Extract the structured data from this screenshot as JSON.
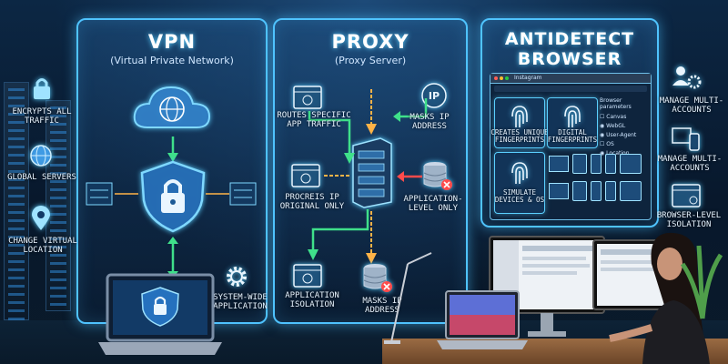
{
  "vpn": {
    "title": "VPN",
    "subtitle": "(Virtual Private Network)",
    "features": [
      {
        "label": "ENCRYPTS ALL TRAFFIC",
        "icon": "padlock-icon"
      },
      {
        "label": "GLOBAL SERVERS",
        "icon": "globe-icon"
      },
      {
        "label": "CHANGE VIRTUAL LOCATION",
        "icon": "location-pin-icon"
      },
      {
        "label": "SYSTEM-WIDE APPLICATION",
        "icon": "gear-icon"
      }
    ]
  },
  "proxy": {
    "title": "PROXY",
    "subtitle": "(Proxy Server)",
    "features": [
      {
        "label": "ROUTES SPECIFIC APP TRAFFIC",
        "icon": "browser-window-icon"
      },
      {
        "label": "MASKS IP ADDRESS",
        "icon": "ip-icon"
      },
      {
        "label": "PROCREIS IP ORIGINAL ONLY",
        "icon": "browser-window-icon"
      },
      {
        "label": "APPLICATION-LEVEL ONLY",
        "icon": "database-icon"
      },
      {
        "label": "APPLICATION ISOLATION",
        "icon": "browser-window-icon"
      },
      {
        "label": "MASKS IP ADDRESS",
        "icon": "database-icon"
      }
    ]
  },
  "antidetect": {
    "title_line1": "ANTIDETECT",
    "title_line2": "BROWSER",
    "window_tab": "Instagram",
    "params_title": "Browser parameters",
    "params": [
      "Canvas",
      "WebGL",
      "User-Agent",
      "OS",
      "Location"
    ],
    "tiles": [
      {
        "label": "CREATES UNIQUE FINGERPRINTS",
        "icon": "fingerprint-icon"
      },
      {
        "label": "DIGITAL FINGERPRINTS",
        "icon": "fingerprint-icon"
      },
      {
        "label": "SIMULATE DEVICES & OS",
        "icon": "fingerprint-icon"
      }
    ],
    "side_features": [
      {
        "label": "MANAGE MULTI-ACCOUNTS",
        "icon": "users-gear-icon"
      },
      {
        "label": "MANAGE MULTI-ACCOUNTS",
        "icon": "devices-icon"
      },
      {
        "label": "BROWSER-LEVEL ISOLATION",
        "icon": "browser-window-icon"
      }
    ]
  },
  "colors": {
    "accent": "#4fc3ff",
    "panel_glow": "#5bd0ff",
    "arrow_green": "#3fe08a",
    "arrow_orange": "#ffb347",
    "alert_red": "#ff4b4b"
  }
}
